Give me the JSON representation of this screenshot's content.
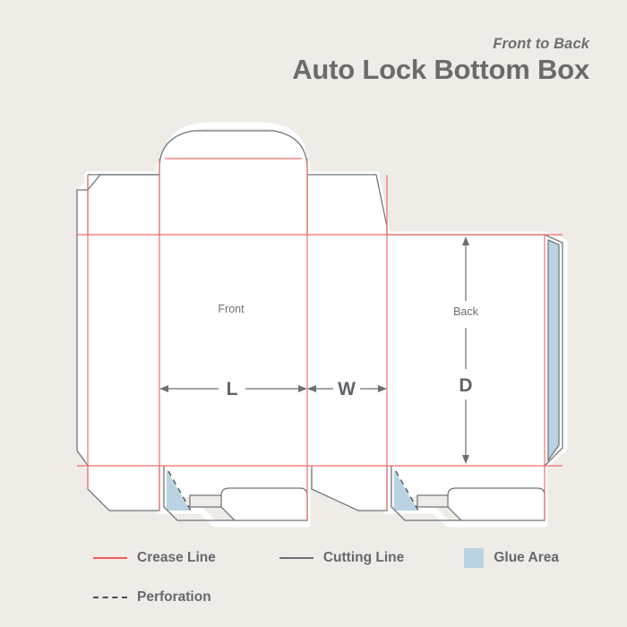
{
  "header": {
    "subtitle": "Front to Back",
    "title": "Auto Lock Bottom Box"
  },
  "diagram": {
    "panel_labels": {
      "front": "Front",
      "back": "Back"
    },
    "dimensions": {
      "length": "L",
      "width": "W",
      "depth": "D"
    },
    "colors": {
      "background": "#efece7",
      "panel": "#ffffff",
      "crease": "#f26d6d",
      "cutting": "#6f7478",
      "perforation": "#4a4a4a",
      "glue": "#b9d3e2",
      "text": "#6a6f73"
    }
  },
  "legend": {
    "rows": [
      [
        {
          "id": "crease-line",
          "label": "Crease Line",
          "swatch": "line-red"
        },
        {
          "id": "cutting-line",
          "label": "Cutting Line",
          "swatch": "line-gray"
        },
        {
          "id": "glue-area",
          "label": "Glue Area",
          "swatch": "box-blue"
        }
      ],
      [
        {
          "id": "perforation",
          "label": "Perforation",
          "swatch": "line-dashed"
        }
      ]
    ]
  }
}
